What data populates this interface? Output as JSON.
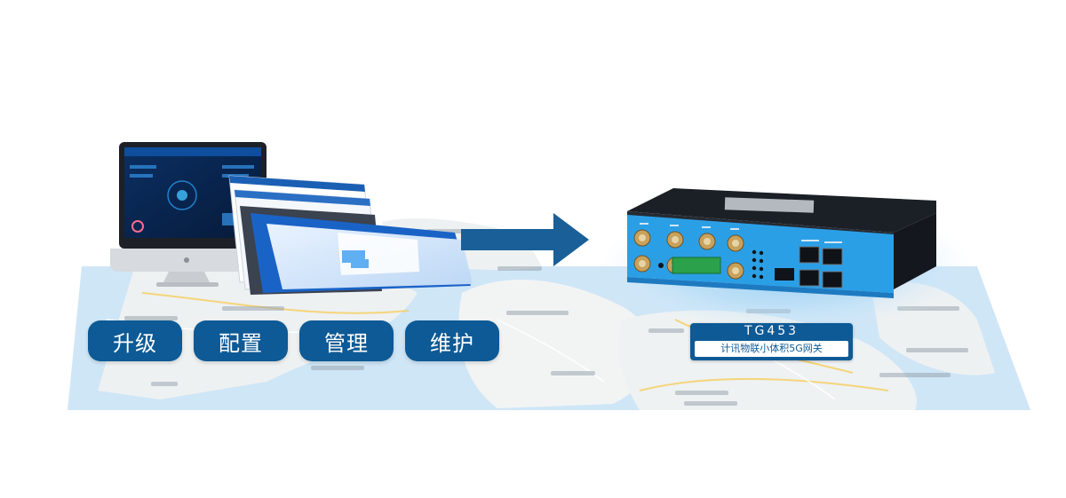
{
  "actions": {
    "upgrade": "升级",
    "configure": "配置",
    "manage": "管理",
    "maintain": "维护"
  },
  "device": {
    "model": "TG453",
    "description": "计讯物联小体积5G网关"
  },
  "colors": {
    "brand_blue": "#0d5a96",
    "arrow_blue": "#1a5f97",
    "device_blue": "#2b9fe6",
    "map_water": "#cfe6f7",
    "map_land": "#f1f3f4"
  },
  "icons": {
    "arrow": "arrow-right-icon",
    "monitor": "monitor-icon",
    "gateway": "router-icon"
  }
}
